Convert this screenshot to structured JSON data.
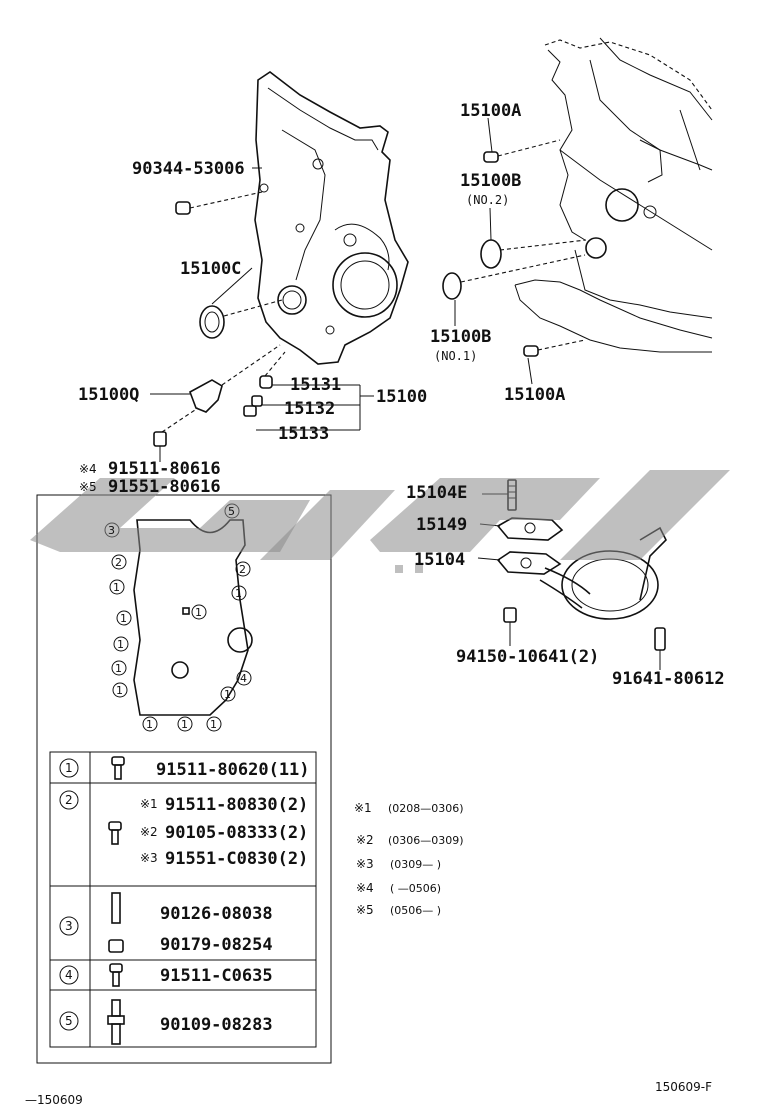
{
  "labels": {
    "p90344": "90344-53006",
    "p15100A_top": "15100A",
    "p15100B_no2": "15100B",
    "no2": "(NO.2)",
    "p15100C": "15100C",
    "p15100B_no1": "15100B",
    "no1": "(NO.1)",
    "p15100Q": "15100Q",
    "p15131": "15131",
    "p15132": "15132",
    "p15133": "15133",
    "p15100": "15100",
    "p15100A_bot": "15100A",
    "n4_mark": "※4",
    "n4_part": "91511-80616",
    "n5_mark": "※5",
    "n5_part": "91551-80616",
    "p15104E": "15104E",
    "p15149": "15149",
    "p15104": "15104",
    "p94150": "94150-10641(2)",
    "p91641": "91641-80612",
    "footer_left": "—150609",
    "footer_right": "150609-F"
  },
  "bolt_callouts": {
    "c1": "1",
    "c2": "2",
    "c3": "3",
    "c4": "4",
    "c5": "5"
  },
  "table": {
    "r1": {
      "num": "1",
      "part": "91511-80620(11)"
    },
    "r2": {
      "num": "2",
      "m1": "※1",
      "p1": "91511-80830(2)",
      "m2": "※2",
      "p2": "90105-08333(2)",
      "m3": "※3",
      "p3": "91551-C0830(2)"
    },
    "r3": {
      "num": "3",
      "p1": "90126-08038",
      "p2": "90179-08254"
    },
    "r4": {
      "num": "4",
      "part": "91511-C0635"
    },
    "r5": {
      "num": "5",
      "part": "90109-08283"
    }
  },
  "notes": {
    "n1": {
      "mark": "※1",
      "range": "(0208—0306)"
    },
    "n2": {
      "mark": "※2",
      "range": "(0306—0309)"
    },
    "n3": {
      "mark": "※3",
      "range": "(0309—      )"
    },
    "n4": {
      "mark": "※4",
      "range": "(      —0506)"
    },
    "n5": {
      "mark": "※5",
      "range": "(0506—      )"
    }
  }
}
